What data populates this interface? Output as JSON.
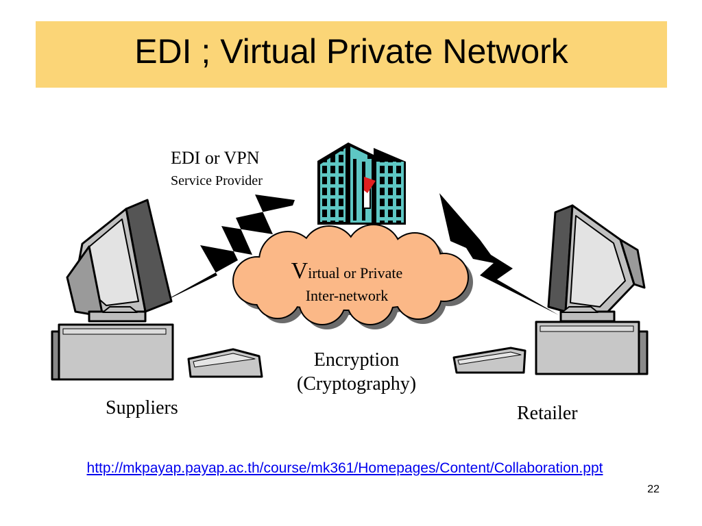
{
  "title": "EDI ; Virtual Private Network",
  "provider": {
    "line1": "EDI or VPN",
    "line2": "Service Provider"
  },
  "cloud": {
    "initial": "V",
    "line1_rest": "irtual or Private",
    "line2": "Inter-network"
  },
  "encryption": {
    "line1": "Encryption",
    "line2": "(Cryptography)"
  },
  "left_label": "Suppliers",
  "right_label": "Retailer",
  "source_link": "http://mkpayap.payap.ac.th/course/mk361/Homepages/Content/Collaboration.ppt",
  "page_number": "22",
  "colors": {
    "title_bar": "#fbd577",
    "cloud": "#fbb887",
    "building": "#5ec7c4",
    "link": "#0000ee",
    "flag": "#e02020"
  },
  "icons": [
    "computer-icon",
    "building-icon",
    "cloud-icon",
    "lightning-bolt-icon",
    "flag-icon"
  ]
}
